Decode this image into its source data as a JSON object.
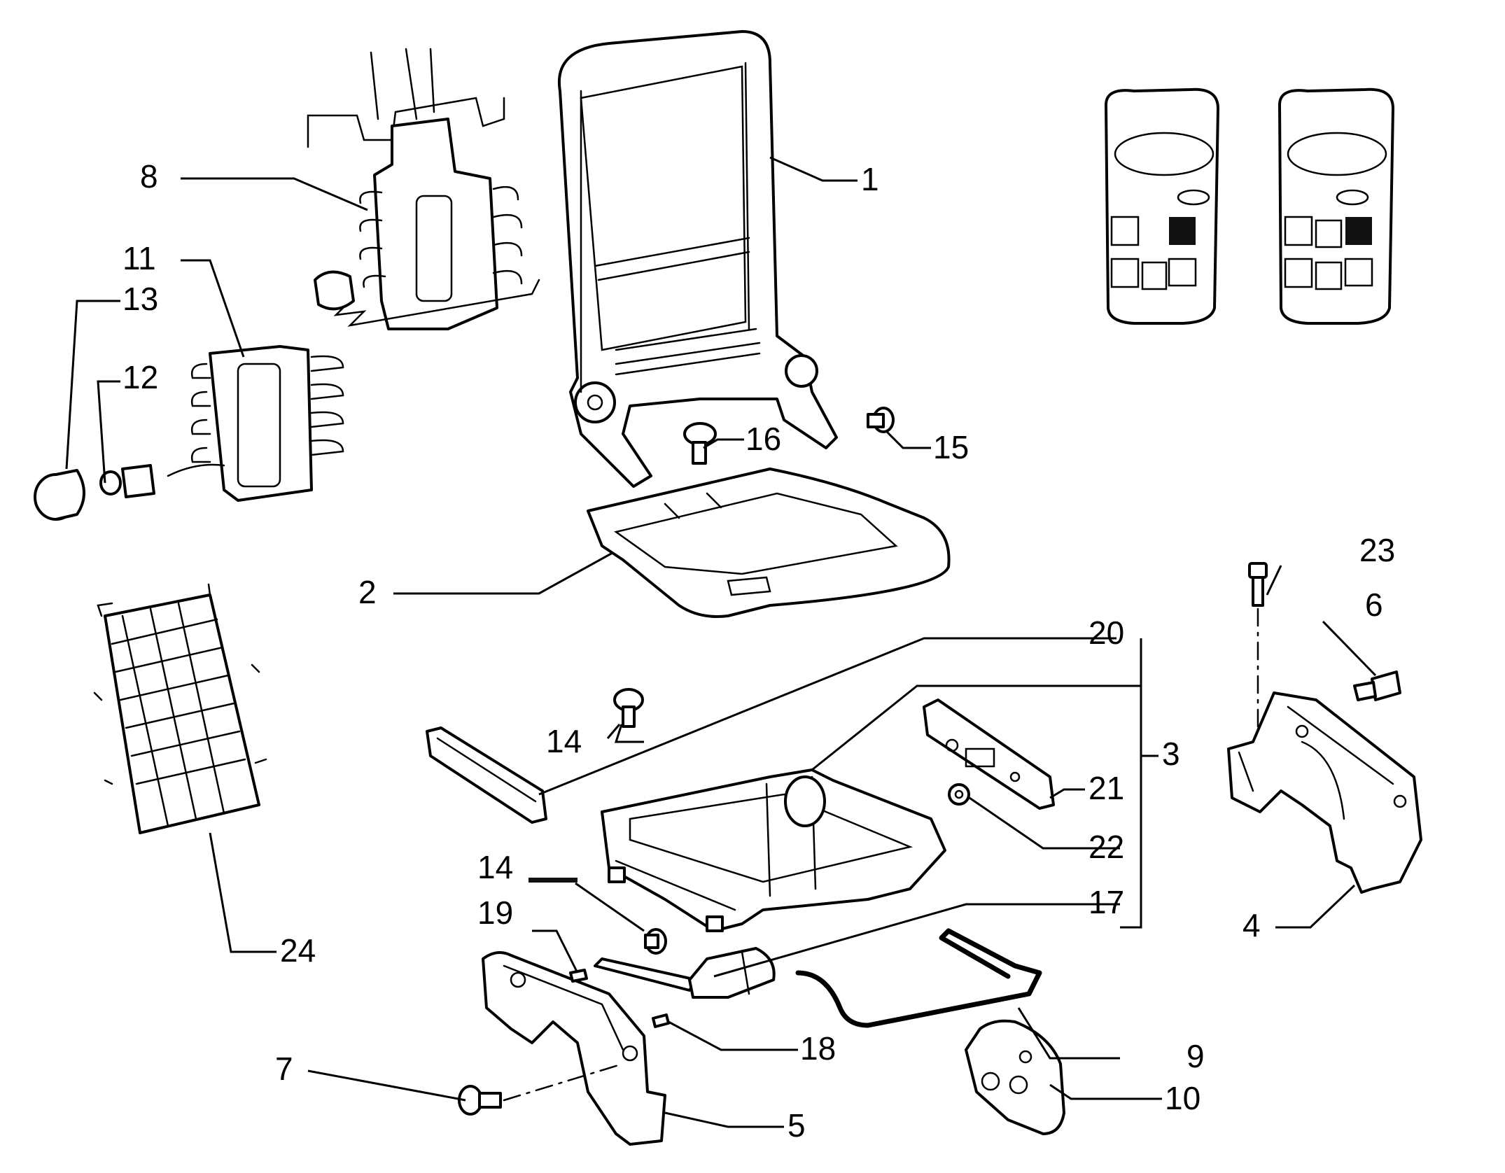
{
  "colors": {
    "ink": "#000000",
    "paper": "#ffffff",
    "shade": "#d9d9d9",
    "fill_dark": "#111111"
  },
  "callouts": {
    "c1": "1",
    "c2": "2",
    "c3": "3",
    "c4": "4",
    "c5": "5",
    "c6": "6",
    "c7": "7",
    "c8": "8",
    "c9": "9",
    "c10": "10",
    "c11": "11",
    "c12": "12",
    "c13": "13",
    "c14a": "14",
    "c14b": "14",
    "c15": "15",
    "c16": "16",
    "c17": "17",
    "c18": "18",
    "c19": "19",
    "c20": "20",
    "c21": "21",
    "c22": "22",
    "c23": "23",
    "c24": "24"
  }
}
